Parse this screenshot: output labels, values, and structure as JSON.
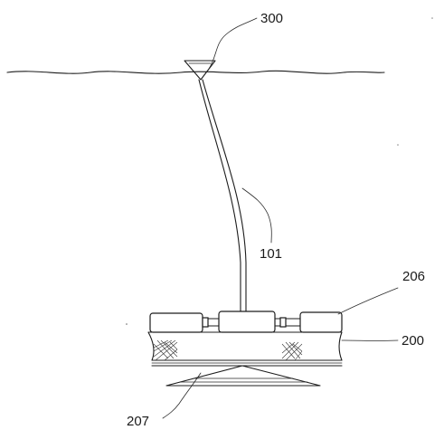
{
  "labels": {
    "buoy": "300",
    "tether": "101",
    "float": "206",
    "frame": "200",
    "base": "207"
  }
}
